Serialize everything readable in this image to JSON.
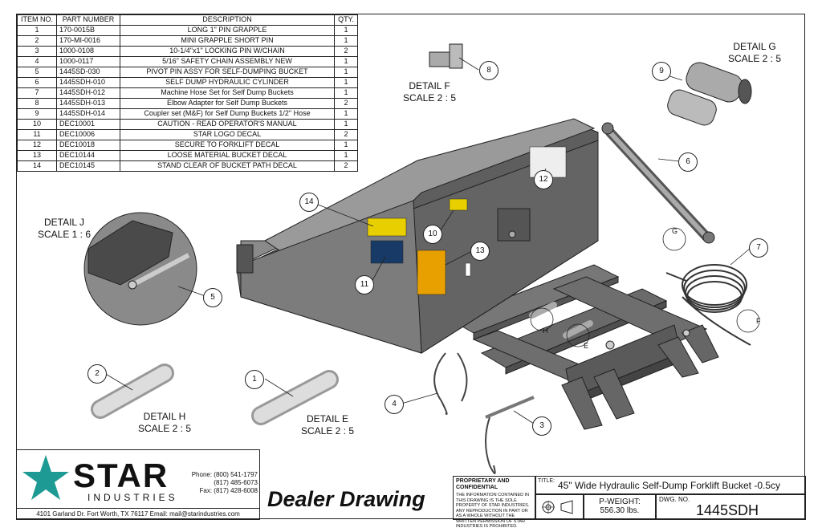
{
  "table": {
    "headers": [
      "ITEM NO.",
      "PART NUMBER",
      "DESCRIPTION",
      "QTY."
    ],
    "rows": [
      [
        "1",
        "170-0015B",
        "LONG 1\" PIN GRAPPLE",
        "1"
      ],
      [
        "2",
        "170-MI-0016",
        "MINI GRAPPLE SHORT PIN",
        "1"
      ],
      [
        "3",
        "1000-0108",
        "10-1/4\"x1\" LOCKING PIN W/CHAIN",
        "2"
      ],
      [
        "4",
        "1000-0117",
        "5/16\" SAFETY CHAIN ASSEMBLY NEW",
        "1"
      ],
      [
        "5",
        "1445SD-030",
        "PIVOT PIN ASSY FOR SELF-DUMPING BUCKET",
        "1"
      ],
      [
        "6",
        "1445SDH-010",
        "SELF DUMP HYDRAULIC CYLINDER",
        "1"
      ],
      [
        "7",
        "1445SDH-012",
        "Machine Hose Set for Self Dump Buckets",
        "1"
      ],
      [
        "8",
        "1445SDH-013",
        "Elbow Adapter for Self Dump Buckets",
        "2"
      ],
      [
        "9",
        "1445SDH-014",
        "Coupler set (M&F)  for Self Dump Buckets 1/2\" Hose",
        "1"
      ],
      [
        "10",
        "DEC10001",
        "CAUTION - READ OPERATOR'S MANUAL",
        "1"
      ],
      [
        "11",
        "DEC10006",
        "STAR LOGO DECAL",
        "2"
      ],
      [
        "12",
        "DEC10018",
        "SECURE TO FORKLIFT DECAL",
        "1"
      ],
      [
        "13",
        "DEC10144",
        "LOOSE MATERIAL BUCKET DECAL",
        "1"
      ],
      [
        "14",
        "DEC10145",
        "STAND CLEAR OF BUCKET PATH DECAL",
        "2"
      ]
    ]
  },
  "details": {
    "g": [
      "DETAIL G",
      "SCALE 2 : 5"
    ],
    "f": [
      "DETAIL F",
      "SCALE 2 : 5"
    ],
    "j": [
      "DETAIL J",
      "SCALE 1 : 6"
    ],
    "h": [
      "DETAIL H",
      "SCALE 2 : 5"
    ],
    "e": [
      "DETAIL E",
      "SCALE 2 : 5"
    ]
  },
  "balloons": [
    "1",
    "2",
    "3",
    "4",
    "5",
    "6",
    "7",
    "8",
    "9",
    "10",
    "11",
    "12",
    "13",
    "14"
  ],
  "view_letters": [
    "G",
    "H",
    "E",
    "F"
  ],
  "company": {
    "name": "STAR",
    "subname": "INDUSTRIES",
    "phone": "Phone: (800) 541-1797",
    "phone2": "(817) 485-6073",
    "fax": "Fax: (817) 428-6008",
    "address": "4101 Garland Dr. Fort Worth, TX 76117  Email: mail@starindustries.com",
    "brand_color": "#1d9a93"
  },
  "dealer_drawing": "Dealer Drawing",
  "titleblock": {
    "prop_heading": "PROPRIETARY AND CONFIDENTIAL",
    "prop_text": "THE INFORMATION CONTAINED IN THIS DRAWING IS THE SOLE PROPERTY OF STAR INDUSTRIES. ANY REPRODUCTION IN PART OR AS A WHOLE WITHOUT THE WRITTEN PERMISSION OF STAR INDUSTRIES IS PROHIBITED.",
    "title_label": "TITLE:",
    "title": "45\" Wide Hydraulic Self-Dump Forklift Bucket -0.5cy",
    "weight_label": "P-WEIGHT:",
    "weight": "556.30 lbs.",
    "dwg_label": "DWG. NO.",
    "dwg_no": "1445SDH"
  }
}
